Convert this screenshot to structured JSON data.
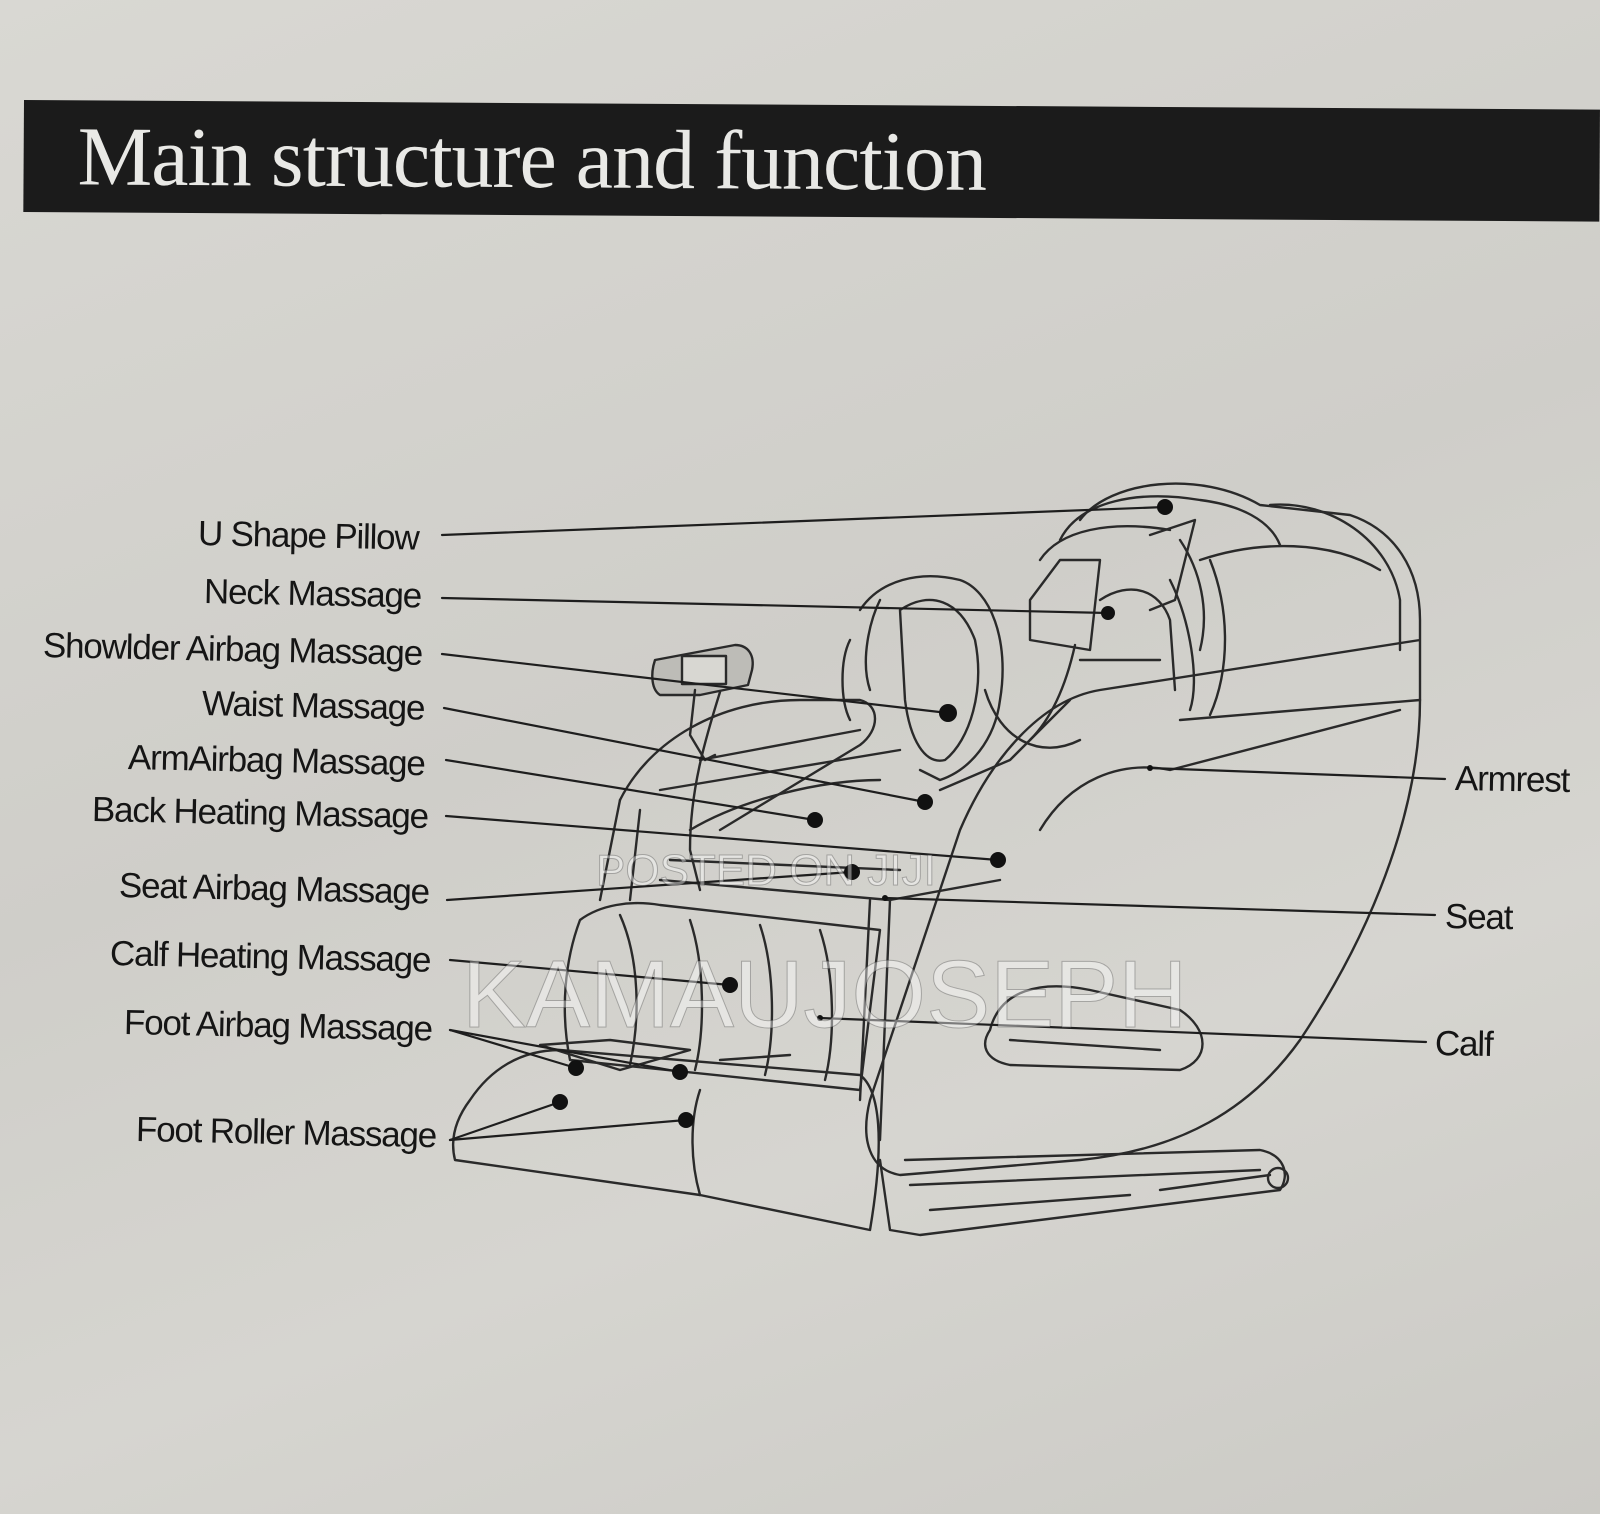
{
  "header": {
    "title": "Main structure and function"
  },
  "labels_left": [
    {
      "id": "u-shape-pillow",
      "text": "U Shape Pillow"
    },
    {
      "id": "neck-massage",
      "text": "Neck Massage"
    },
    {
      "id": "shoulder-airbag-massage",
      "text": "Showlder Airbag Massage"
    },
    {
      "id": "waist-massage",
      "text": "Waist Massage"
    },
    {
      "id": "arm-airbag-massage",
      "text": "ArmAirbag Massage"
    },
    {
      "id": "back-heating-massage",
      "text": "Back Heating Massage"
    },
    {
      "id": "seat-airbag-massage",
      "text": "Seat Airbag Massage"
    },
    {
      "id": "calf-heating-massage",
      "text": "Calf Heating Massage"
    },
    {
      "id": "foot-airbag-massage",
      "text": "Foot Airbag Massage"
    },
    {
      "id": "foot-roller-massage",
      "text": "Foot Roller Massage"
    }
  ],
  "labels_right": [
    {
      "id": "armrest",
      "text": "Armrest"
    },
    {
      "id": "seat",
      "text": "Seat"
    },
    {
      "id": "calf",
      "text": "Calf"
    }
  ],
  "watermark": {
    "line1": "POSTED ON JIJI",
    "line2": "KAMAUJOSEPH"
  },
  "colors": {
    "paper": "#d3d2cd",
    "ink": "#151515",
    "title_bar": "#1b1b1b"
  }
}
